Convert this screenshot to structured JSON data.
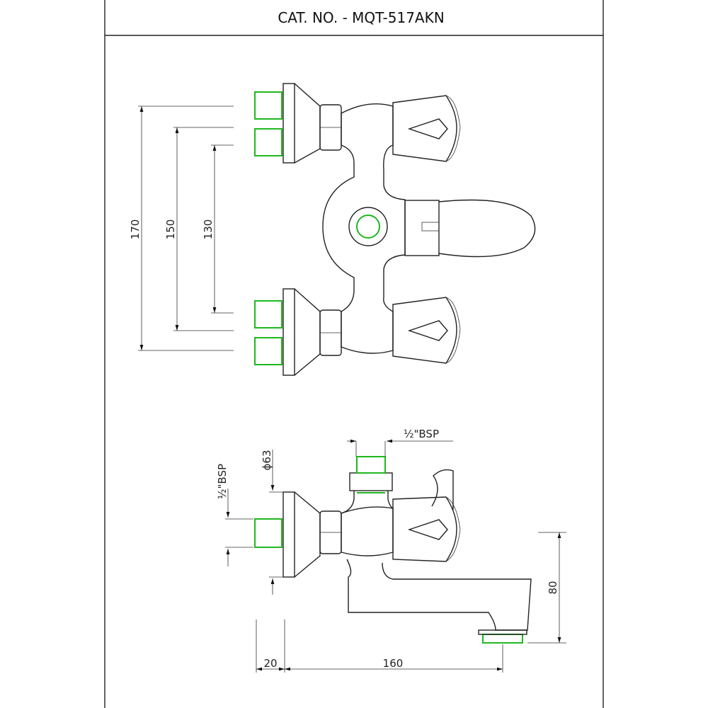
{
  "title": "CAT. NO. - MQT-517AKN",
  "front_view": {
    "dimensions": [
      "170",
      "150",
      "130"
    ]
  },
  "side_view": {
    "top_inlet_thread": "½\"BSP",
    "side_inlet_thread": "½\"BSP",
    "flange_diameter": "ϕ63",
    "spout_height": "80",
    "wall_offset": "20",
    "spout_reach": "160"
  }
}
